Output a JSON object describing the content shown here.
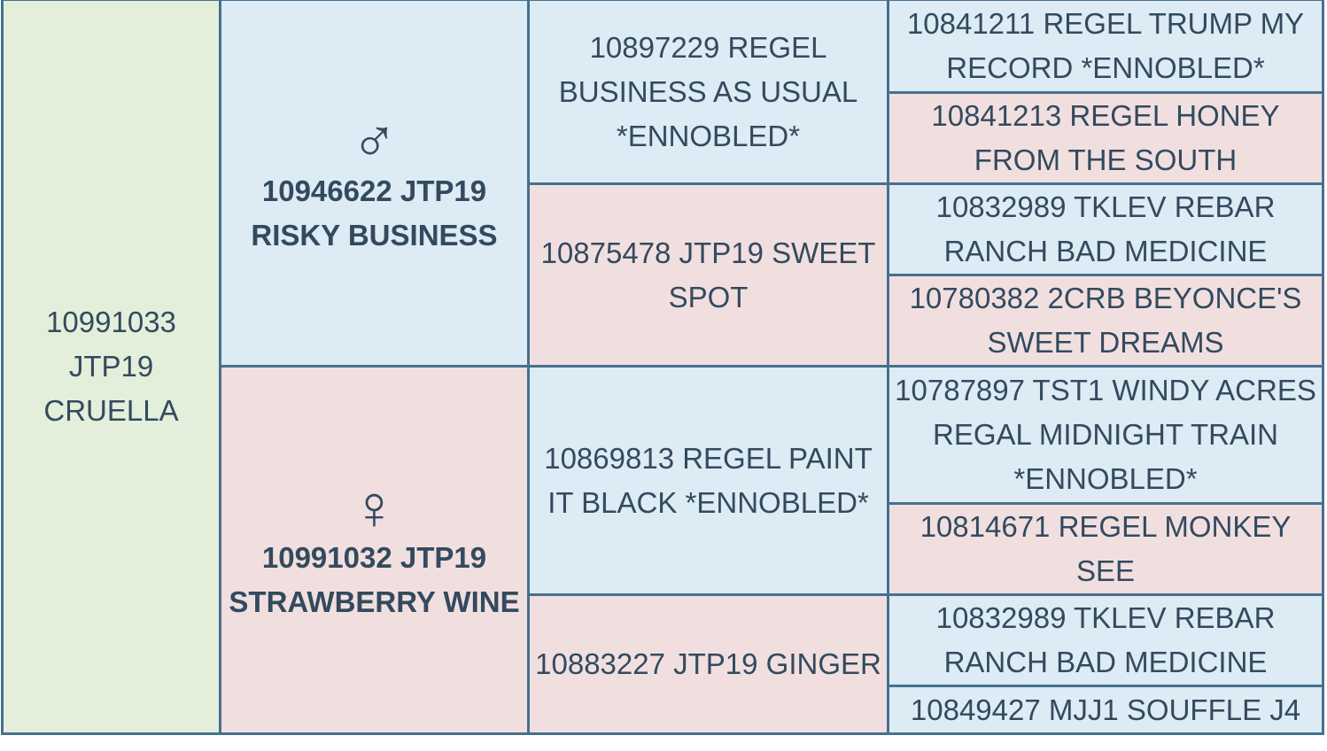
{
  "pedigree": {
    "subject": "10991033 JTP19 CRUELLA",
    "sire": {
      "symbol": "♂",
      "name": "10946622 JTP19 RISKY BUSINESS",
      "sire": {
        "name": "10897229 REGEL BUSINESS AS USUAL *ENNOBLED*",
        "sire": "10841211 REGEL TRUMP MY RECORD *ENNOBLED*",
        "dam": "10841213 REGEL HONEY FROM THE SOUTH"
      },
      "dam": {
        "name": "10875478 JTP19 SWEET SPOT",
        "sire": "10832989 TKLEV REBAR RANCH BAD MEDICINE",
        "dam": "10780382 2CRB BEYONCE'S SWEET DREAMS"
      }
    },
    "dam": {
      "symbol": "♀",
      "name": "10991032 JTP19 STRAWBERRY WINE",
      "sire": {
        "name": "10869813 REGEL PAINT IT BLACK *ENNOBLED*",
        "sire": "10787897 TST1 WINDY ACRES REGAL MIDNIGHT TRAIN *ENNOBLED*",
        "dam": "10814671 REGEL MONKEY SEE"
      },
      "dam": {
        "name": "10883227 JTP19 GINGER",
        "sire": "10832989 TKLEV REBAR RANCH BAD MEDICINE",
        "dam": "10849427 MJJ1 SOUFFLE J4"
      }
    }
  },
  "colors": {
    "self": "#e3efdb",
    "male": "#dcebf4",
    "female": "#f1dfe0",
    "border": "#46708f",
    "text": "#334a5e"
  }
}
